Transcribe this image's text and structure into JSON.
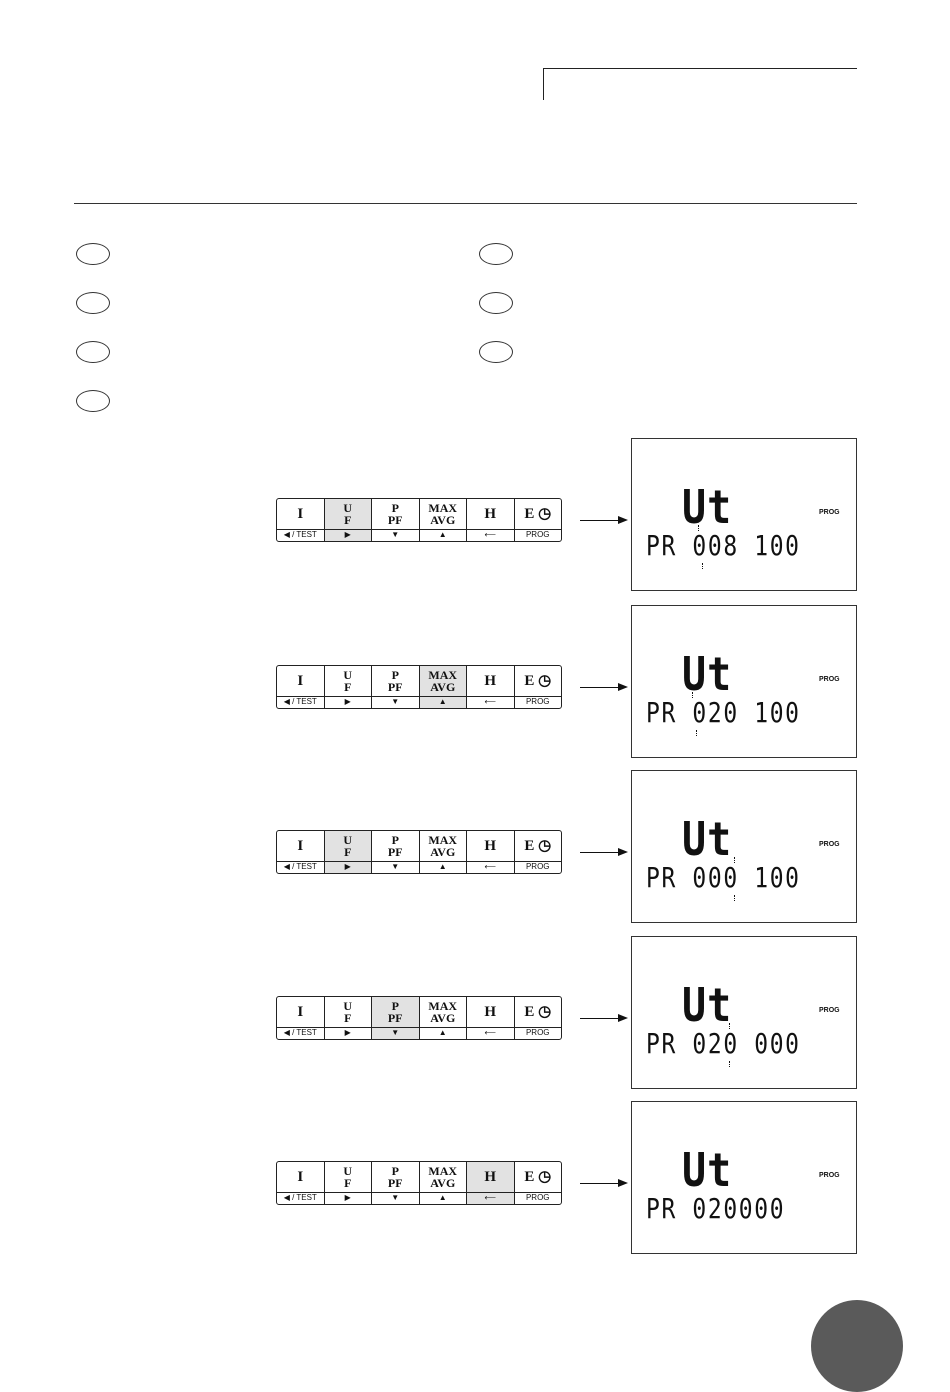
{
  "keypad_keys": [
    {
      "top": "I",
      "bottom": "◀ / TEST"
    },
    {
      "top": "U",
      "top2": "F",
      "bottom": "▶"
    },
    {
      "top": "P",
      "top2": "PF",
      "bottom": "▼"
    },
    {
      "top": "MAX",
      "top2": "AVG",
      "bottom": "▲"
    },
    {
      "top": "H",
      "bottom": "⟵"
    },
    {
      "top": "E ◷",
      "bottom": "PROG"
    }
  ],
  "lcd": {
    "mode": "Ut",
    "indicator": "PROG"
  },
  "steps": [
    {
      "active_key": "U",
      "display": "PR 008 100"
    },
    {
      "active_key": "MAX",
      "display": "PR 020 100"
    },
    {
      "active_key": "U",
      "display": "PR 000 100"
    },
    {
      "active_key": "P",
      "display": "PR 020 000"
    },
    {
      "active_key": "H",
      "display": "PR 020000"
    }
  ],
  "colors": {
    "active_key_fill": "#e2e2e2",
    "page_marker": "#5a5a5a"
  }
}
